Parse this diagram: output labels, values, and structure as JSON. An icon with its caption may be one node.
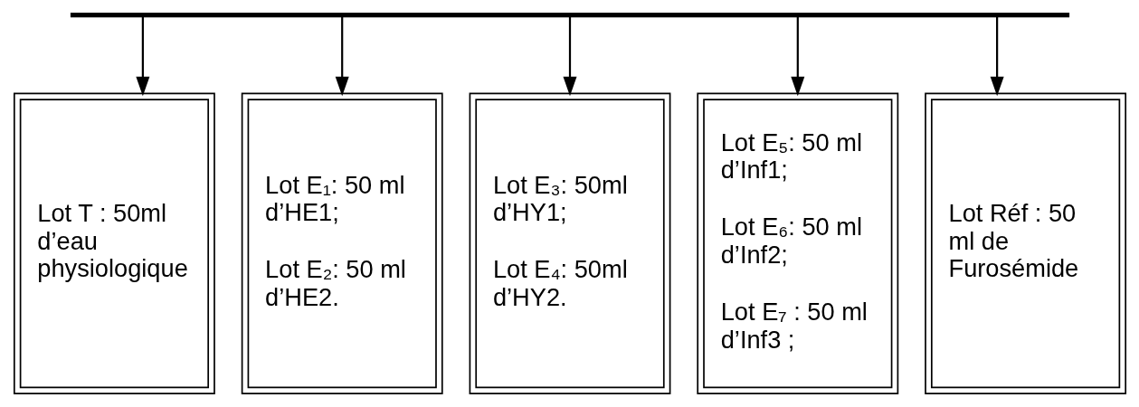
{
  "diagram": {
    "nodes": [
      {
        "text": [],
        "shape": "bar"
      },
      {
        "text": [
          "Lot T : 50ml d’eau physiologique"
        ]
      },
      {
        "text": [
          "Lot E₁: 50 ml d’HE1;",
          "Lot E₂: 50 ml d’HE2."
        ]
      },
      {
        "text": [
          "Lot E₃: 50ml d’HY1;",
          "Lot E₄: 50ml d’HY2."
        ]
      },
      {
        "text": [
          "Lot E₅: 50 ml d’Inf1;",
          "Lot E₆: 50 ml d’Inf2;",
          "Lot E₇ : 50 ml d’Inf3 ;"
        ]
      },
      {
        "text": [
          "Lot Réf : 50 ml de Furosémide"
        ]
      }
    ],
    "edges": [
      {
        "from": 0,
        "to": 1,
        "arrow": "to"
      },
      {
        "from": 0,
        "to": 2,
        "arrow": "to"
      },
      {
        "from": 0,
        "to": 3,
        "arrow": "to"
      },
      {
        "from": 0,
        "to": 4,
        "arrow": "to"
      },
      {
        "from": 0,
        "to": 5,
        "arrow": "to"
      }
    ]
  }
}
